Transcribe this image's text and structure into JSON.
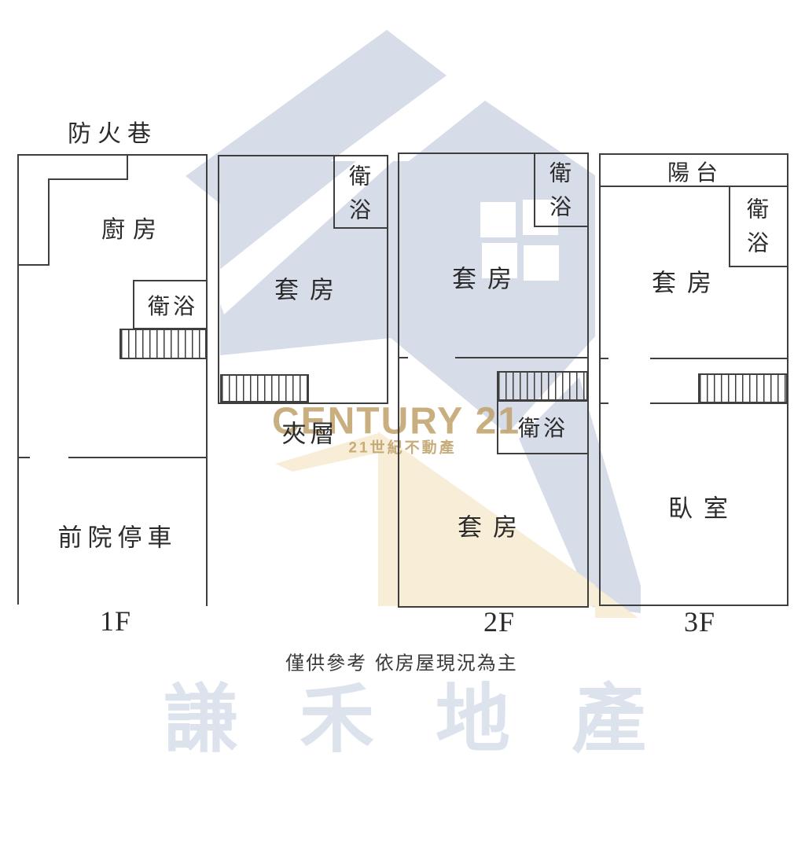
{
  "meta": {
    "type": "real-estate floor plan"
  },
  "disclaimer": "僅供參考 依房屋現況為主",
  "branding": {
    "name": "CENTURY 21",
    "name_zh": "21世紀不動產",
    "agency_watermark": "謙禾地產",
    "gold_color": "#bfa06a",
    "house_watermark_color": "#d7dde8",
    "house_watermark_accent": "#f8edd7",
    "agency_watermark_color": "#dce3ed"
  },
  "floor_1f": {
    "label": "1F",
    "fire_lane": "防火巷",
    "kitchen": "廚房",
    "bathroom": "衛浴",
    "parking": "前院停車"
  },
  "mezzanine": {
    "label": "夾層",
    "suite": "套房",
    "bathroom": "衛浴"
  },
  "floor_2f": {
    "label": "2F",
    "suite_upper": "套房",
    "bathroom_upper": "衛浴",
    "bathroom_mid": "衛浴",
    "suite_lower": "套房"
  },
  "floor_3f": {
    "label": "3F",
    "balcony": "陽台",
    "bathroom": "衛浴",
    "suite": "套房",
    "bedroom": "臥室"
  }
}
